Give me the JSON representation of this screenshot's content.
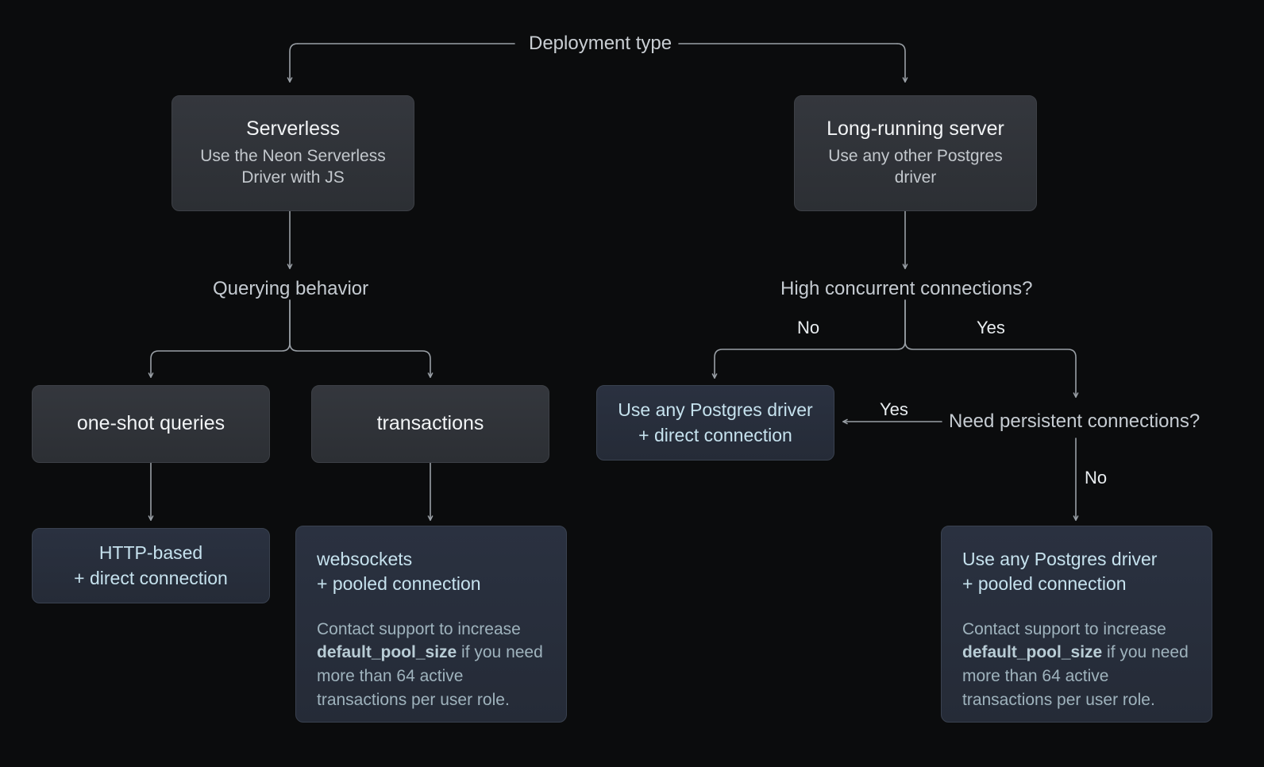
{
  "diagram": {
    "title": "Deployment type",
    "root_label": "Deployment type",
    "background_color": "#0b0c0d",
    "box_gray_color": "#2f3238",
    "box_blue_color": "#272d3a",
    "accent_text_color": "#c6e2ee",
    "wire_color": "#9aa0a6"
  },
  "nodes": {
    "serverless": {
      "title": "Serverless",
      "subtitle": "Use the Neon Serverless Driver with JS"
    },
    "long_running": {
      "title": "Long-running server",
      "subtitle": "Use any other Postgres driver"
    },
    "querying_behavior": {
      "label": "Querying behavior"
    },
    "high_concurrent": {
      "label": "High concurrent connections?"
    },
    "one_shot": {
      "title": "one-shot queries"
    },
    "transactions": {
      "title": "transactions"
    },
    "need_persistent": {
      "label": "Need persistent connections?"
    },
    "postgres_direct": {
      "line1": "Use any Postgres driver",
      "line2": "+ direct connection"
    },
    "http_direct": {
      "line1": "HTTP-based",
      "line2": "+ direct connection"
    },
    "websockets_pooled": {
      "line1": "websockets",
      "line2": "+ pooled connection",
      "note_before": "Contact support to increase ",
      "note_code": "default_pool_size",
      "note_after": " if you need more than 64 active transactions per user role."
    },
    "postgres_pooled": {
      "line1": "Use any Postgres driver",
      "line2": "+ pooled connection",
      "note_before": "Contact support to increase ",
      "note_code": "default_pool_size",
      "note_after": " if you need more than 64 active transactions per user role."
    }
  },
  "edge_labels": {
    "concurrency_no": "No",
    "concurrency_yes": "Yes",
    "persistent_yes": "Yes",
    "persistent_no": "No"
  }
}
